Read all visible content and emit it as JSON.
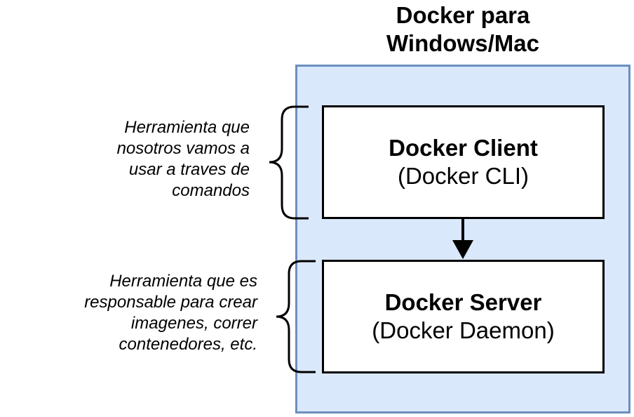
{
  "diagram": {
    "container": {
      "title_line1": "Docker para",
      "title_line2": "Windows/Mac",
      "fill": "#dae8fc",
      "stroke": "#6c8ebf"
    },
    "client": {
      "name": "Docker Client",
      "detail": "(Docker CLI)",
      "note": [
        "Herramienta que",
        "nosotros vamos a",
        "usar a traves de",
        "comandos"
      ]
    },
    "server": {
      "name": "Docker Server",
      "detail": "(Docker Daemon)",
      "note": [
        "Herramienta que es",
        "responsable para crear",
        "imagenes, correr",
        "contenedores, etc."
      ]
    }
  }
}
